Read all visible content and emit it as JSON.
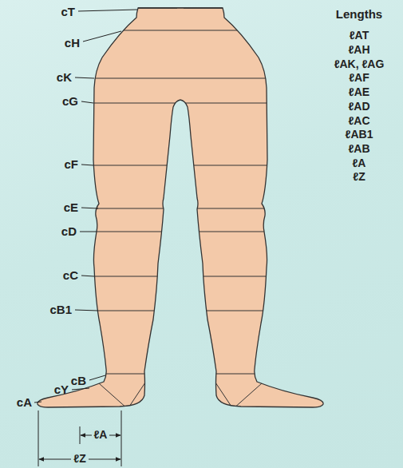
{
  "diagram": {
    "labels": [
      "cT",
      "cH",
      "cK",
      "cG",
      "cF",
      "cE",
      "cD",
      "cC",
      "cB1",
      "cB",
      "cY",
      "cA",
      "Lengths",
      "ℓAT",
      "ℓAH",
      "ℓAK, ℓAG",
      "ℓAF",
      "ℓAE",
      "ℓAD",
      "ℓAC",
      "ℓAB1",
      "ℓAB",
      "ℓA",
      "ℓZ",
      "ℓA",
      "ℓZ"
    ]
  }
}
